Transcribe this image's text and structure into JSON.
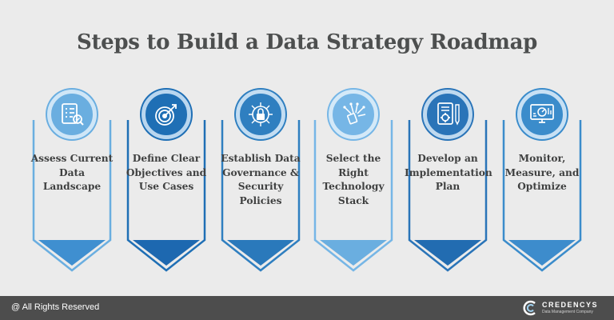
{
  "title": "Steps to Build a Data Strategy Roadmap",
  "steps": [
    {
      "label": "Assess Current Data Landscape",
      "icon": "checklist-magnifier-icon",
      "color": "#6aaee0",
      "ring": "#cfe6f7",
      "arrow": "#3f8fd0"
    },
    {
      "label": "Define Clear Objectives and Use Cases",
      "icon": "target-arrow-icon",
      "color": "#1f6fb5",
      "ring": "#b9d6ef",
      "arrow": "#1d68b0"
    },
    {
      "label": "Establish Data Governance & Security Policies",
      "icon": "lock-network-icon",
      "color": "#2f7fc0",
      "ring": "#c3ddf2",
      "arrow": "#2a79bb"
    },
    {
      "label": "Select the Right Technology Stack",
      "icon": "technology-circuit-icon",
      "color": "#76b6e6",
      "ring": "#d4e9f8",
      "arrow": "#6aaee0"
    },
    {
      "label": "Develop an Implementation Plan",
      "icon": "plan-document-gear-icon",
      "color": "#2a74b8",
      "ring": "#bfd9ef",
      "arrow": "#226cb1"
    },
    {
      "label": "Monitor, Measure, and Optimize",
      "icon": "monitor-dashboard-icon",
      "color": "#3b8ccb",
      "ring": "#c7e0f4",
      "arrow": "#3d8ccc"
    }
  ],
  "footer": {
    "rights": "@ All Rights Reserved",
    "brand_name": "CREDENCYS",
    "brand_tagline": "Data Management Company",
    "brand_icon": "credencys-logo-icon"
  }
}
